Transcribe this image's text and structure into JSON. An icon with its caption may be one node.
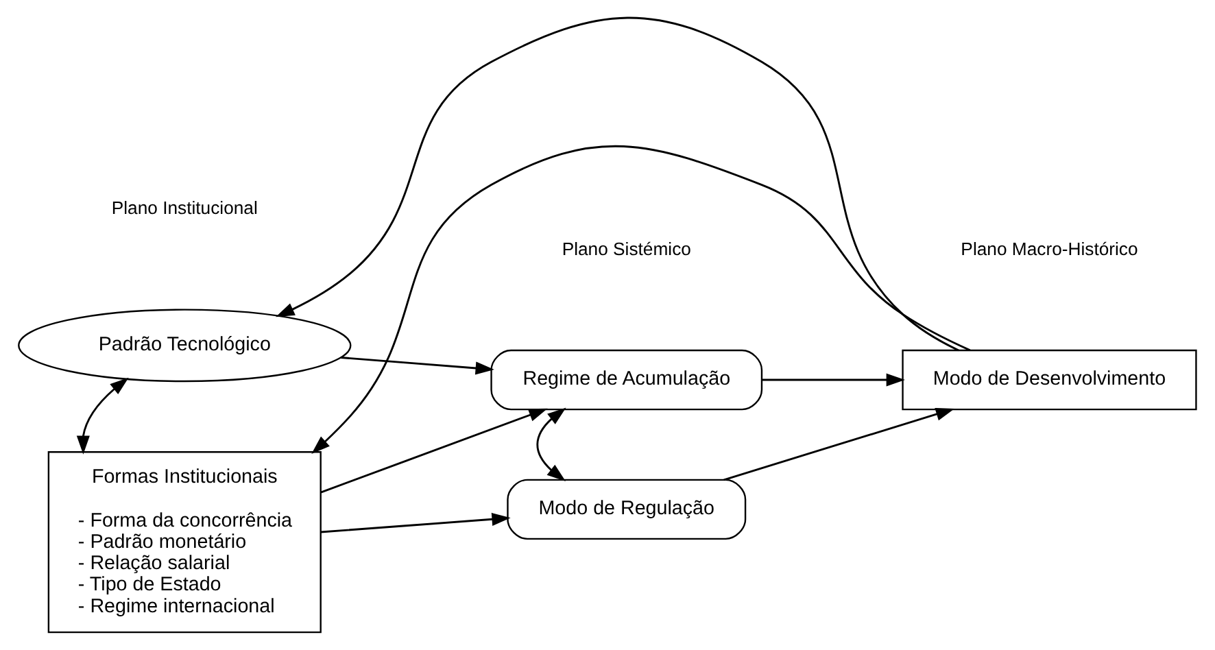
{
  "diagram": {
    "nodes": [
      {
        "text": [
          "Padrão Tecnológico"
        ]
      },
      {
        "text": [
          "Formas Institucionais",
          "- Forma da concorrência",
          "- Padrão monetário",
          "- Relação salarial",
          "- Tipo de Estado",
          "- Regime internacional"
        ]
      },
      {
        "text": [
          "Regime de Acumulação"
        ]
      },
      {
        "text": [
          "Modo de Regulação"
        ]
      },
      {
        "text": [
          "Modo de Desenvolvimento"
        ]
      }
    ],
    "edges": [
      {
        "from": 0,
        "to": 2,
        "arrow": "to"
      },
      {
        "from": 0,
        "to": 1,
        "arrow": "both"
      },
      {
        "from": 1,
        "to": 2,
        "arrow": "to"
      },
      {
        "from": 1,
        "to": 3,
        "arrow": "to"
      },
      {
        "from": 2,
        "to": 3,
        "arrow": "both"
      },
      {
        "from": 2,
        "to": 4,
        "arrow": "to"
      },
      {
        "from": 3,
        "to": 4,
        "arrow": "to"
      },
      {
        "from": 4,
        "to": 0,
        "arrow": "to"
      },
      {
        "from": 4,
        "to": 1,
        "arrow": "to"
      }
    ],
    "labels": [
      "Plano Institucional",
      "Plano Sistémico",
      "Plano Macro-Histórico"
    ]
  }
}
